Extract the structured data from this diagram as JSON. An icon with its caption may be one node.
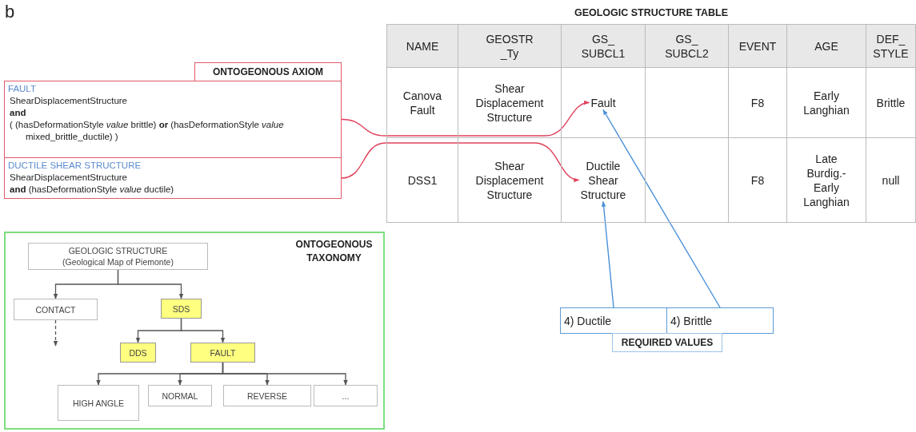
{
  "diagram": {
    "nodes": [
      {
        "text": [
          "ONTOGEONOUS AXIOM"
        ]
      },
      {
        "text": [
          "FAULT",
          "ShearDisplacementStructure",
          "**and**",
          "( (hasDeformationStyle *value* brittle) **or** (hasDeformationStyle *value* mixed_brittle_ductile) )"
        ]
      },
      {
        "text": [
          "DUCTILE SHEAR STRUCTURE",
          "ShearDisplacementStructure",
          "**and** (hasDeformationStyle *value* ductile)"
        ]
      },
      {
        "text": [
          "ONTOGEONOUS TAXONOMY"
        ]
      },
      {
        "text": [
          "GEOLOGIC STRUCTURE",
          "(Geological Map of Piemonte)"
        ],
        "in": 3
      },
      {
        "text": [
          "CONTACT"
        ],
        "in": 3
      },
      {
        "text": [
          "SDS"
        ],
        "in": 3
      },
      {
        "text": [
          "DDS"
        ],
        "in": 3
      },
      {
        "text": [
          "FAULT"
        ],
        "in": 3
      },
      {
        "text": [
          "HIGH ANGLE"
        ],
        "in": 3
      },
      {
        "text": [
          "NORMAL"
        ],
        "in": 3
      },
      {
        "text": [
          "REVERSE"
        ],
        "in": 3
      },
      {
        "text": [
          "..."
        ],
        "in": 3
      },
      {
        "text": [
          "GEOLOGIC STRUCTURE TABLE"
        ]
      },
      {
        "text": [
          "Fault"
        ],
        "in": 13
      },
      {
        "text": [
          "Ductile Shear Structure"
        ],
        "in": 13
      },
      {
        "text": [
          "4) Ductile"
        ]
      },
      {
        "text": [
          "4) Brittle"
        ]
      },
      {
        "text": [
          "REQUIRED VALUES"
        ]
      }
    ],
    "edges": [
      {
        "from": 1,
        "to": 14,
        "arrow": "to",
        "color": "#e0405a"
      },
      {
        "from": 2,
        "to": 15,
        "arrow": "to",
        "color": "#e0405a"
      },
      {
        "from": 4,
        "to": 5,
        "arrow": "to"
      },
      {
        "from": 4,
        "to": 6,
        "arrow": "to"
      },
      {
        "from": 6,
        "to": 7,
        "arrow": "to"
      },
      {
        "from": 6,
        "to": 8,
        "arrow": "to"
      },
      {
        "from": 8,
        "to": 9,
        "arrow": "to"
      },
      {
        "from": 8,
        "to": 10,
        "arrow": "to"
      },
      {
        "from": 8,
        "to": 11,
        "arrow": "to"
      },
      {
        "from": 8,
        "to": 12,
        "arrow": "to"
      },
      {
        "from": 5,
        "to": null,
        "arrow": "to",
        "style": "dashed"
      },
      {
        "from": 16,
        "to": 15,
        "arrow": "to",
        "color": "#4a90d9"
      },
      {
        "from": 17,
        "to": 14,
        "arrow": "to",
        "color": "#4a90d9"
      }
    ],
    "labels": [
      "b",
      "NAME",
      "GEOSTR _Ty",
      "GS_ SUBCL1",
      "GS_ SUBCL2",
      "EVENT",
      "AGE",
      "DEF_ STYLE",
      "Canova Fault",
      "Shear Displacement Structure",
      "F8",
      "Early Langhian",
      "Brittle",
      "DSS1",
      "Shear Displacement Structure",
      "F8",
      "Late Burdig.- Early Langhian",
      "null"
    ]
  }
}
